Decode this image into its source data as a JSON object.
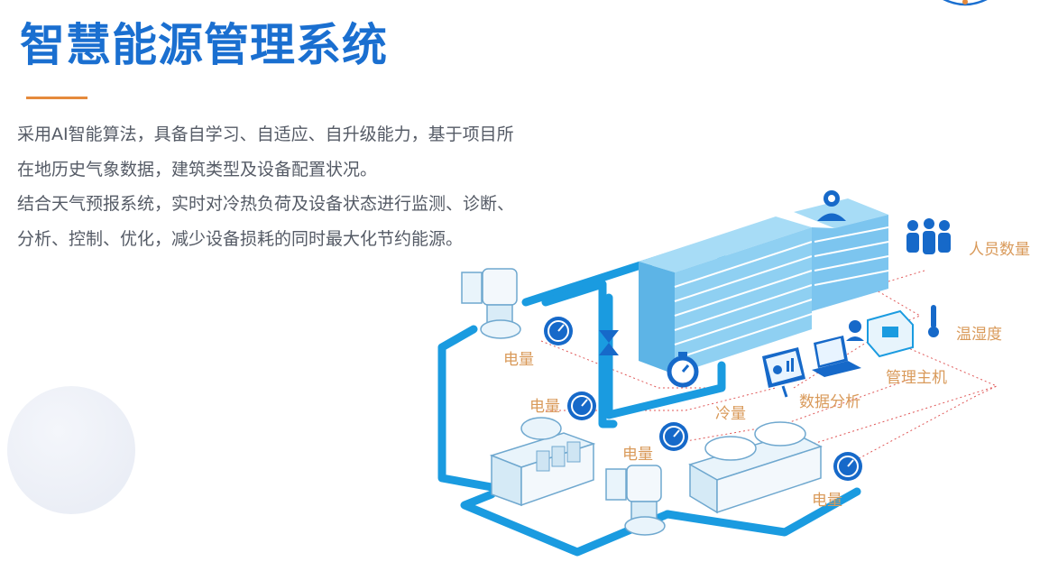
{
  "header": {
    "title": "智慧能源管理系统",
    "accent_color": "#e58a3c",
    "title_color": "#1a6fd0"
  },
  "intro": {
    "paragraph_1": "采用AI智能算法，具备自学习、自适应、自升级能力，基于项目所在地历史气象数据，建筑类型及设备配置状况。",
    "paragraph_2": "结合天气预报系统，实时对冷热负荷及设备状态进行监测、诊断、分析、控制、优化，减少设备损耗的同时最大化节约能源。"
  },
  "diagram": {
    "labels": {
      "electricity_1": "电量",
      "electricity_2": "电量",
      "electricity_3": "电量",
      "electricity_4": "电量",
      "cooling": "冷量",
      "data_analysis": "数据分析",
      "host": "管理主机",
      "humidity": "温湿度",
      "people": "人员数量"
    },
    "colors": {
      "pipe": "#1a9be0",
      "building": "#7cc5ef",
      "gauge": "#1669c9",
      "label": "#d99a5a",
      "dashed_link": "#e05a5a"
    },
    "icons": [
      "pump-icon",
      "gauge-icon",
      "valve-icon",
      "building-icon",
      "manager-icon",
      "people-icon",
      "thermometer-icon",
      "controller-box-icon",
      "monitor-icon",
      "laptop-icon",
      "stopwatch-icon",
      "chiller-icon",
      "cooling-tower-icon"
    ]
  }
}
